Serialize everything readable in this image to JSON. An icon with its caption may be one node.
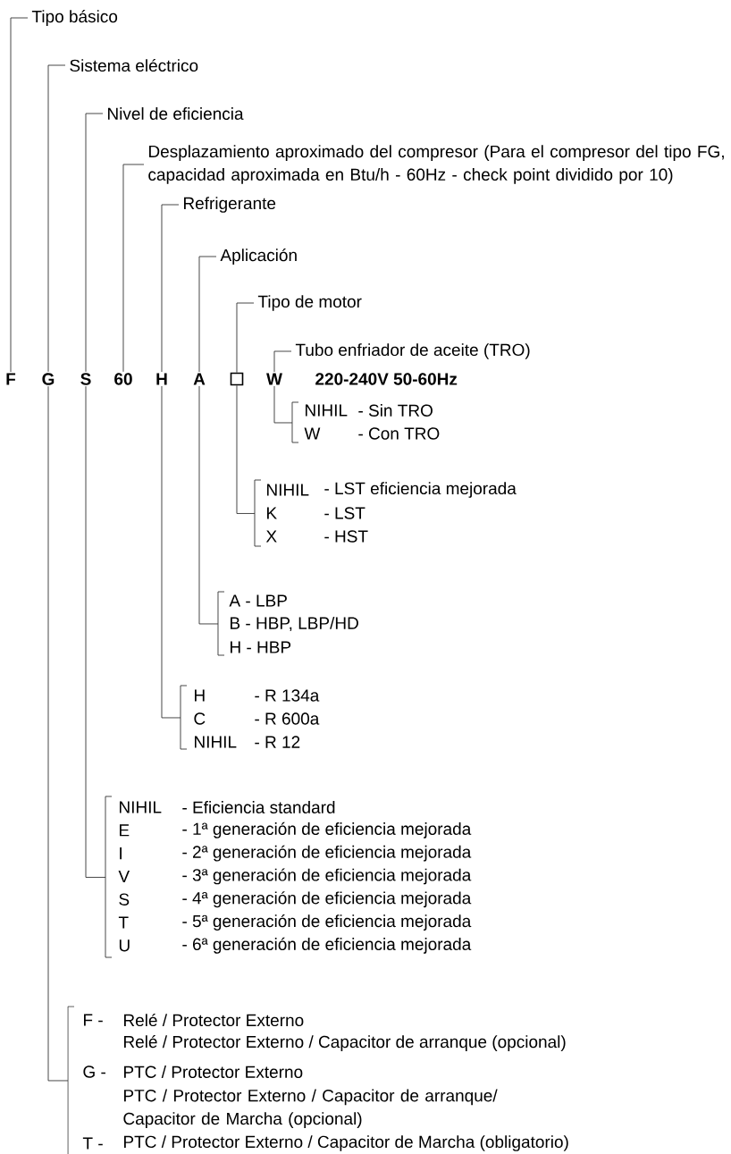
{
  "diagram": {
    "nodes": [
      {
        "text": [
          "Tipo básico"
        ]
      },
      {
        "text": [
          "Sistema eléctrico"
        ]
      },
      {
        "text": [
          "Nivel de eficiencia"
        ]
      },
      {
        "text": [
          "Desplazamiento aproximado del compresor (Para el compresor del tipo FG, capacidad aproximada en Btu/h - 60Hz - check point dividido por 10)"
        ]
      },
      {
        "text": [
          "Refrigerante"
        ]
      },
      {
        "text": [
          "Aplicación"
        ]
      },
      {
        "text": [
          "Tipo de motor"
        ]
      },
      {
        "text": [
          "Tubo enfriador de aceite (TRO)"
        ]
      },
      {
        "text": [
          "F"
        ]
      },
      {
        "text": [
          "G"
        ]
      },
      {
        "text": [
          "S"
        ]
      },
      {
        "text": [
          "60"
        ]
      },
      {
        "text": [
          "H"
        ]
      },
      {
        "text": [
          "A"
        ]
      },
      {
        "text": [],
        "shape": "box"
      },
      {
        "text": [
          "W"
        ]
      },
      {
        "text": [
          "NIHIL",
          "- Sin TRO",
          "W",
          "- Con TRO"
        ]
      },
      {
        "text": [
          "NIHIL",
          "- LST eficiencia mejorada",
          "K",
          "- LST",
          "X",
          "- HST"
        ]
      },
      {
        "text": [
          "A - LBP",
          "B - HBP, LBP/HD",
          "H - HBP"
        ]
      },
      {
        "text": [
          "H",
          "- R 134a",
          "C",
          "- R 600a",
          "NIHIL",
          "- R 12"
        ]
      },
      {
        "text": [
          "NIHIL",
          "- Eficiencia standard",
          "E",
          "- 1ª generación de eficiencia mejorada",
          "I",
          "- 2ª generación de eficiencia mejorada",
          "V",
          "- 3ª generación de eficiencia mejorada",
          "S",
          "- 4ª generación de eficiencia mejorada",
          "T",
          "- 5ª generación de eficiencia mejorada",
          "U",
          "- 6ª generación de eficiencia mejorada"
        ]
      },
      {
        "text": [
          "F -",
          "Relé / Protector Externo",
          "Relé / Protector Externo / Capacitor de arranque (opcional)",
          "G -",
          "PTC / Protector Externo",
          "PTC / Protector Externo / Capacitor de arranque/ Capacitor de Marcha (opcional)",
          "T -",
          "PTC / Protector Externo / Capacitor de Marcha (obligatorio)"
        ]
      }
    ],
    "edges": [
      {
        "from": 8,
        "to": 0,
        "arrow": "none"
      },
      {
        "from": 9,
        "to": 1,
        "arrow": "none"
      },
      {
        "from": 10,
        "to": 2,
        "arrow": "none"
      },
      {
        "from": 11,
        "to": 3,
        "arrow": "none"
      },
      {
        "from": 12,
        "to": 4,
        "arrow": "none"
      },
      {
        "from": 13,
        "to": 5,
        "arrow": "none"
      },
      {
        "from": 14,
        "to": 6,
        "arrow": "none"
      },
      {
        "from": 15,
        "to": 7,
        "arrow": "none"
      },
      {
        "from": 15,
        "to": 16,
        "arrow": "none"
      },
      {
        "from": 14,
        "to": 17,
        "arrow": "none"
      },
      {
        "from": 13,
        "to": 18,
        "arrow": "none"
      },
      {
        "from": 12,
        "to": 19,
        "arrow": "none"
      },
      {
        "from": 10,
        "to": 20,
        "arrow": "none"
      },
      {
        "from": 9,
        "to": 21,
        "arrow": "none"
      }
    ],
    "labels": [
      "220-240V 50-60Hz"
    ]
  }
}
